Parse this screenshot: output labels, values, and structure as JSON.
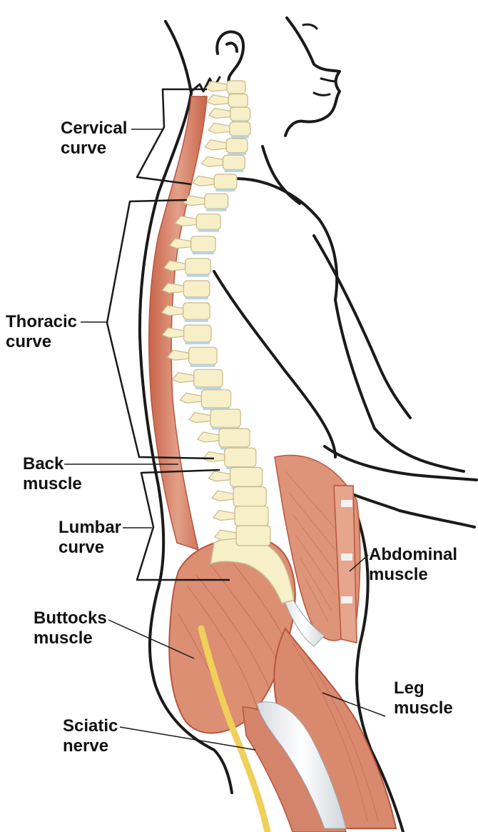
{
  "labels": {
    "cervical_curve": [
      "Cervical",
      "curve"
    ],
    "thoracic_curve": [
      "Thoracic",
      "curve"
    ],
    "back_muscle": [
      "Back",
      "muscle"
    ],
    "lumbar_curve": [
      "Lumbar",
      "curve"
    ],
    "buttocks_muscle": [
      "Buttocks",
      "muscle"
    ],
    "sciatic_nerve": [
      "Sciatic",
      "nerve"
    ],
    "abdominal_muscle": [
      "Abdominal",
      "muscle"
    ],
    "leg_muscle": [
      "Leg",
      "muscle"
    ]
  },
  "colors": {
    "outline": "#1a1a1a",
    "muscle": "#d98a6e",
    "muscle_dark": "#b8553e",
    "bone": "#f6efc8",
    "bone_edge": "#c9b98a",
    "disc": "#b9d3e6",
    "nerve": "#f0cf5a",
    "tendon": "#e8ecef"
  }
}
